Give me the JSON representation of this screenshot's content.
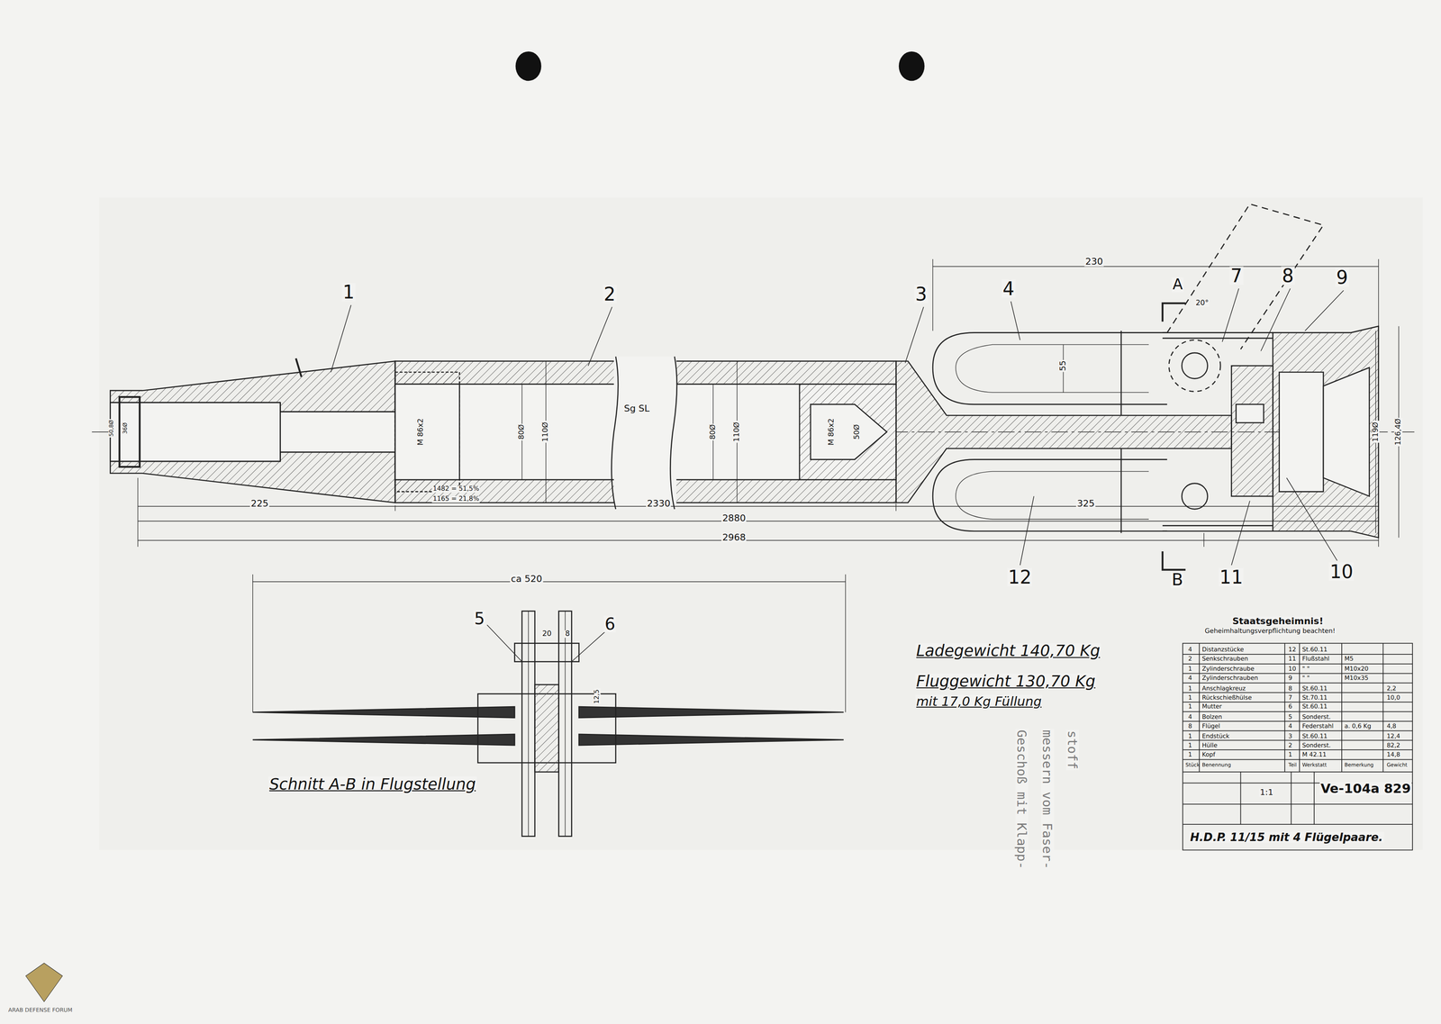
{
  "diagram": {
    "labels": [
      "1",
      "2",
      "3",
      "4",
      "7",
      "8",
      "9",
      "A",
      "20°",
      "230",
      "55",
      "12",
      "B",
      "11",
      "10",
      "225",
      "2330",
      "2880",
      "2968",
      "325",
      "ca 520",
      "80Ø",
      "110Ø",
      "80Ø",
      "110Ø",
      "M 86x2",
      "M 86x2",
      "50Ø",
      "Sg SL",
      "1482 = 51,5%",
      "1165 = 21,8%",
      "119Ø",
      "126,4Ø",
      "50,8Ø",
      "36Ø",
      "5",
      "6",
      "20",
      "8",
      "12,5",
      "Schnitt A-B in Flugstellung",
      "Ladegewicht 140,70 Kg",
      "Fluggewicht 130,70 Kg",
      "mit 17,0 Kg Füllung",
      "Geschoß mit Klapp-",
      "messern vom Faser-",
      "stoff",
      "Staatsgeheimnis!",
      "Geheimhaltungsverpflichtung beachten!",
      "4",
      "Distanzstücke",
      "12",
      "St.60.11",
      "2",
      "Senkschrauben",
      "11",
      "Flußstahl",
      "M5",
      "1",
      "Zylinderschraube",
      "10",
      "\" \"",
      "M10x20",
      "4",
      "Zylinderschrauben",
      "9",
      "\" \"",
      "M10x35",
      "1",
      "Anschlagkreuz",
      "8",
      "St.60.11",
      "2,2",
      "1",
      "Rückschießhülse",
      "7",
      "St.70.11",
      "10,0",
      "1",
      "Mutter",
      "6",
      "St.60.11",
      "4",
      "Bolzen",
      "5",
      "Sonderst.",
      "8",
      "Flügel",
      "4",
      "Federstahl",
      "a. 0,6 Kg",
      "4,8",
      "1",
      "Endstück",
      "3",
      "St.60.11",
      "12,4",
      "1",
      "Hülle",
      "2",
      "Sonderst.",
      "82,2",
      "1",
      "Kopf",
      "1",
      "M 42.11",
      "14,8",
      "Stück",
      "Benennung",
      "Teil",
      "Werkstatt",
      "Bemerkung",
      "Gewicht",
      "1:1",
      "Ve-104a 829",
      "H.D.P. 11/15 mit 4 Flügelpaare.",
      "ARAB DEFENSE FORUM"
    ]
  }
}
